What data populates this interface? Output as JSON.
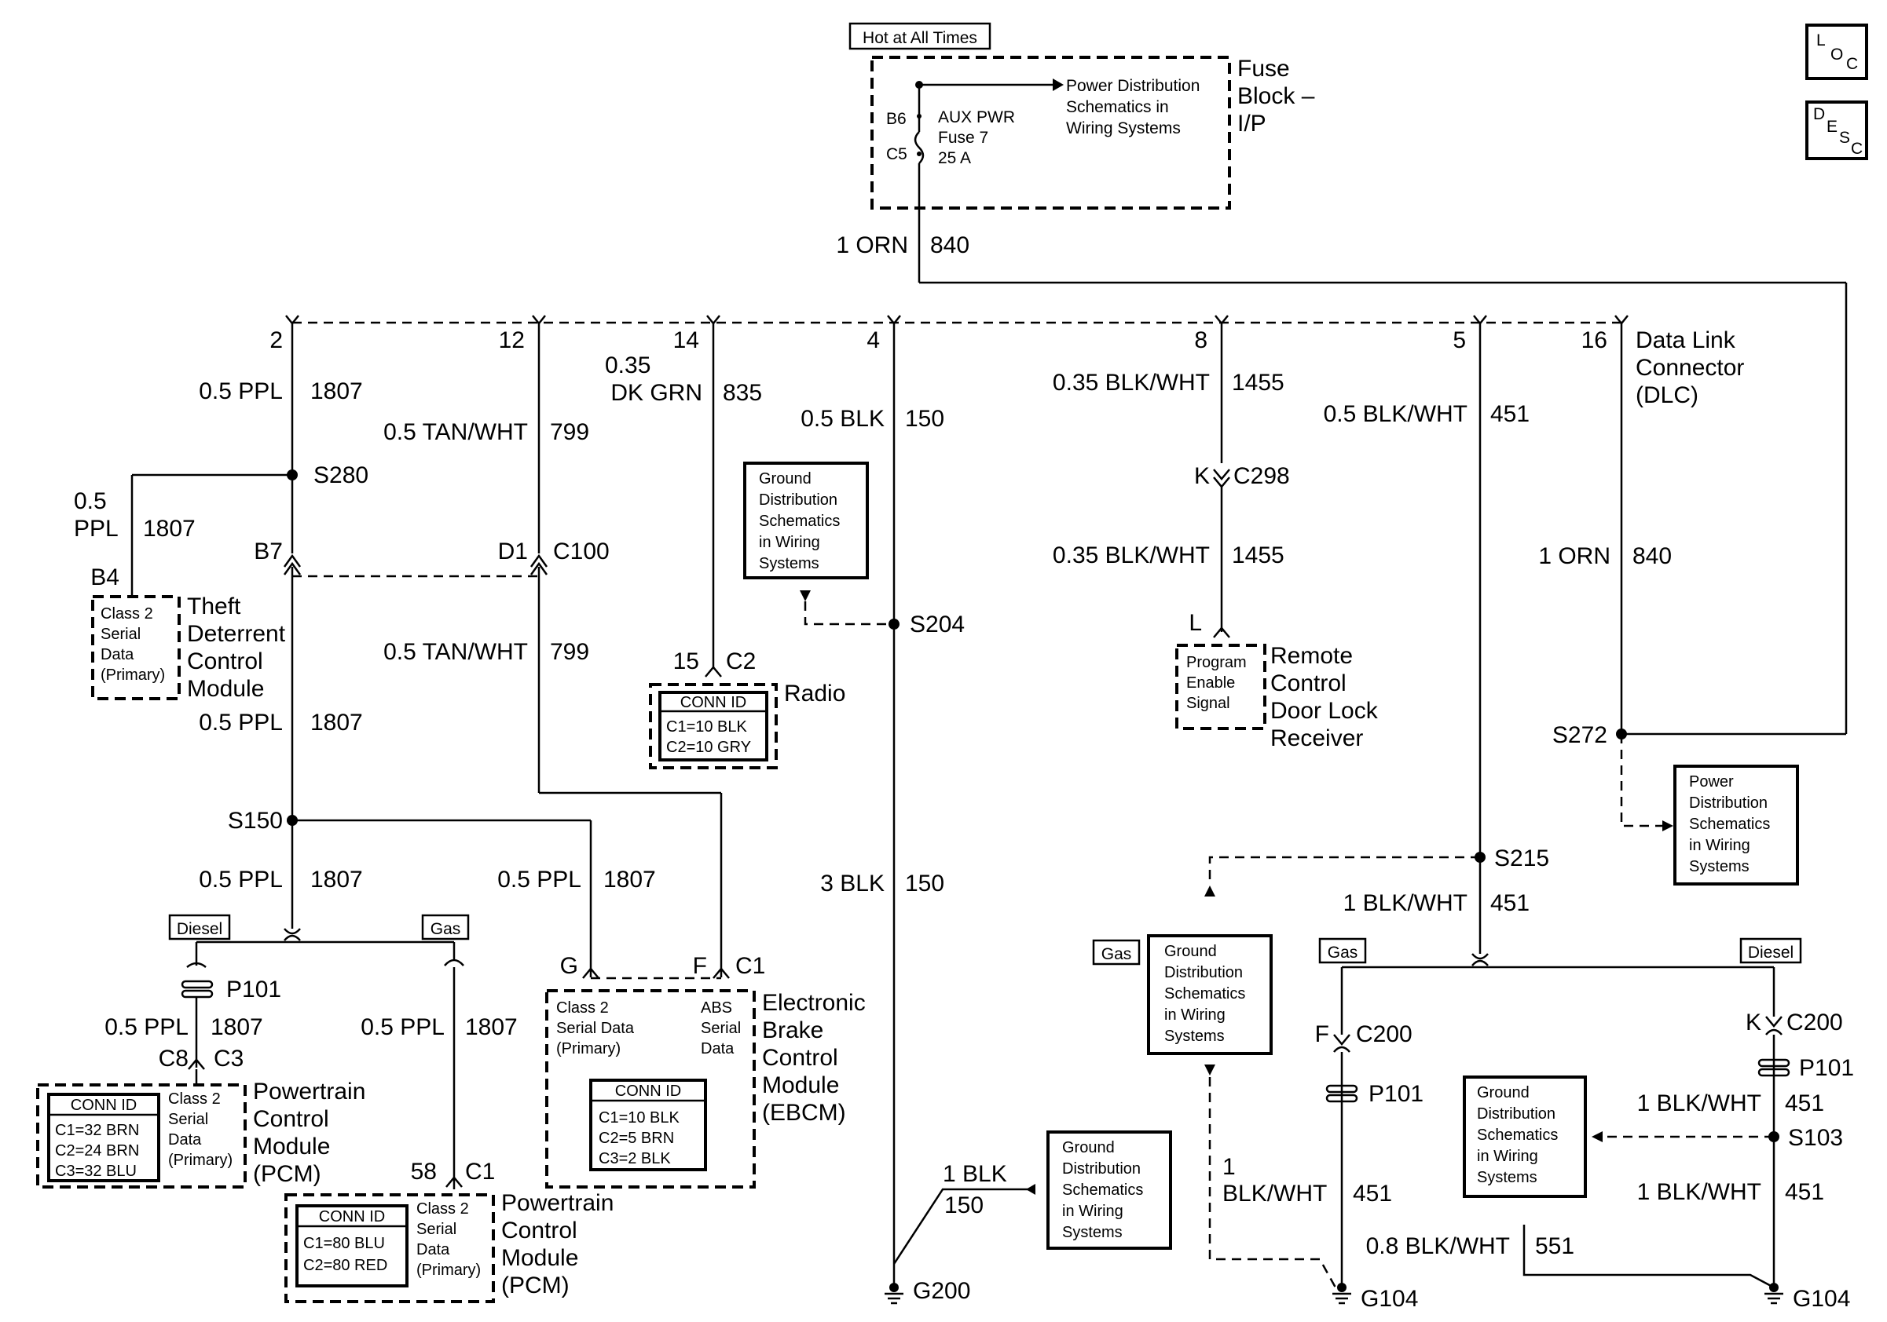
{
  "labels": {
    "hot_at_all_times": "Hot at All Times",
    "fuse_block": [
      "Fuse",
      "Block –",
      "I/P"
    ],
    "power_dist_top": [
      "Power Distribution",
      "Schematics in",
      "Wiring Systems"
    ],
    "b6": "B6",
    "c5": "C5",
    "aux_pwr": [
      "AUX PWR",
      "Fuse 7",
      "25 A"
    ],
    "w_1orn": "1 ORN",
    "c_840": "840",
    "loc_logo": "LOC",
    "desc_logo": "DESC",
    "pin_2": "2",
    "pin_12": "12",
    "pin_14": "14",
    "pin_4": "4",
    "pin_8": "8",
    "pin_5": "5",
    "pin_16": "16",
    "dlc": [
      "Data Link",
      "Connector",
      "(DLC)"
    ],
    "w_05ppl": "0.5 PPL",
    "c_1807": "1807",
    "w_05tanwht": "0.5 TAN/WHT",
    "c_799": "799",
    "w_035": "0.35",
    "w_dkgrn": "DK GRN",
    "c_835": "835",
    "w_05blk": "0.5 BLK",
    "c_150": "150",
    "w_035blkwht": "0.35 BLK/WHT",
    "c_1455": "1455",
    "w_05blkwht": "0.5 BLK/WHT",
    "c_451": "451",
    "s280": "S280",
    "w_05": "0.5",
    "w_ppl": "PPL",
    "b4": "B4",
    "b7": "B7",
    "d1": "D1",
    "c100": "C100",
    "k": "K",
    "c298": "C298",
    "l": "L",
    "class2_primary": [
      "Class 2",
      "Serial",
      "Data",
      "(Primary)"
    ],
    "theft_module": [
      "Theft",
      "Deterrent",
      "Control",
      "Module"
    ],
    "ground_dist": [
      "Ground",
      "Distribution",
      "Schematics",
      "in Wiring",
      "Systems"
    ],
    "s204": "S204",
    "pin_15": "15",
    "c2": "C2",
    "conn_id": "CONN ID",
    "radio_c1": "C1=10 BLK",
    "radio_c2": "C2=10 GRY",
    "radio": "Radio",
    "program_enable": [
      "Program",
      "Enable",
      "Signal"
    ],
    "rcdl_receiver": [
      "Remote",
      "Control",
      "Door Lock",
      "Receiver"
    ],
    "s272": "S272",
    "power_dist_small": [
      "Power",
      "Distribution",
      "Schematics",
      "in Wiring",
      "Systems"
    ],
    "s150": "S150",
    "w_3blk": "3 BLK",
    "s215": "S215",
    "w_1blkwht": "1 BLK/WHT",
    "diesel": "Diesel",
    "gas": "Gas",
    "p101": "P101",
    "c8": "C8",
    "c3": "C3",
    "pin_g": "G",
    "pin_f": "F",
    "c1": "C1",
    "class2_serial_data_primary": [
      "Class 2",
      "Serial Data",
      "(Primary)"
    ],
    "abs_serial_data": [
      "ABS",
      "Serial",
      "Data"
    ],
    "ebcm_c1": "C1=10 BLK",
    "ebcm_c2": "C2=5 BRN",
    "ebcm_c3": "C3=2 BLK",
    "ebcm": [
      "Electronic",
      "Brake",
      "Control",
      "Module",
      "(EBCM)"
    ],
    "pcm1_c1": "C1=32 BRN",
    "pcm1_c2": "C2=24 BRN",
    "pcm1_c3": "C3=32 BLU",
    "pcm": [
      "Powertrain",
      "Control",
      "Module",
      "(PCM)"
    ],
    "pin_58": "58",
    "pcm2_c1": "C1=80 BLU",
    "pcm2_c2": "C2=80 RED",
    "w_1blk": "1 BLK",
    "g200": "G200",
    "c200": "C200",
    "w_1": "1",
    "w_blkwht": "BLK/WHT",
    "g104": "G104",
    "s103": "S103",
    "w_08blkwht": "0.8 BLK/WHT",
    "c_551": "551"
  }
}
